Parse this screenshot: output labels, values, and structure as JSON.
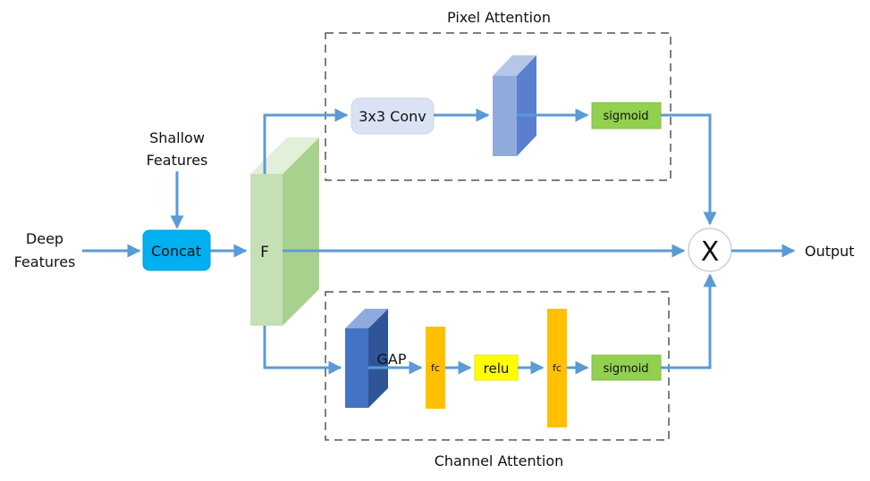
{
  "diagram": {
    "inputs": {
      "deep_line1": "Deep",
      "deep_line2": "Features",
      "shallow_line1": "Shallow",
      "shallow_line2": "Features"
    },
    "concat_label": "Concat",
    "feature_label": "F",
    "pixel_attention": {
      "title": "Pixel Attention",
      "conv_label": "3x3 Conv",
      "sigmoid_label": "sigmoid"
    },
    "channel_attention": {
      "title": "Channel Attention",
      "gap_label": "GAP",
      "fc1_label": "fc",
      "relu_label": "relu",
      "fc2_label": "fc",
      "sigmoid_label": "sigmoid"
    },
    "multiply_label": "X",
    "output_label": "Output",
    "colors": {
      "arrow": "#5B9BD5",
      "concat": "#00B0F0",
      "feature_front": "#C5E0B4",
      "feature_side": "#A9D18E",
      "conv_box": "#DAE3F3",
      "pixel_block_front": "#8FAADC",
      "pixel_block_side": "#5B7FCF",
      "channel_block_front": "#4472C4",
      "channel_block_side": "#2F5597",
      "sigmoid": "#92D050",
      "fc": "#FFC000",
      "relu": "#FFFF00"
    }
  }
}
